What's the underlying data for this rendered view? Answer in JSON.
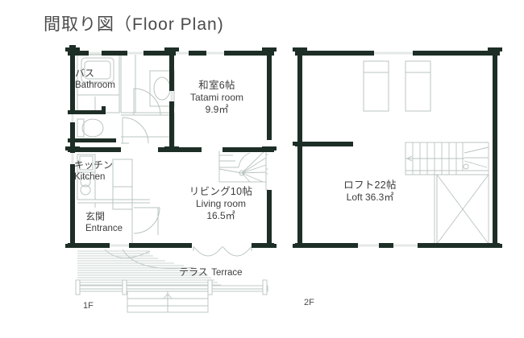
{
  "page": {
    "title": "間取り図（Floor Plan)",
    "background_color": "#ffffff",
    "wall_color": "#1d2e26",
    "fixture_color": "#b9c4c0",
    "text_color": "#3d3d3d"
  },
  "floors": [
    {
      "tag": "1F",
      "rooms": [
        {
          "name_jp": "バス",
          "name_en": "Bathroom",
          "area": ""
        },
        {
          "name_jp": "和室6帖",
          "name_en": "Tatami room",
          "area": "9.9㎡"
        },
        {
          "name_jp": "キッチン",
          "name_en": "Kitchen",
          "area": ""
        },
        {
          "name_jp": "玄関",
          "name_en": "Entrance",
          "area": ""
        },
        {
          "name_jp": "リビング10帖",
          "name_en": "Living room",
          "area": "16.5㎡"
        },
        {
          "name_jp": "テラス",
          "name_en": "Terrace",
          "area": ""
        }
      ]
    },
    {
      "tag": "2F",
      "rooms": [
        {
          "name_jp": "ロフト22帖",
          "name_en": "Loft 36.3㎡",
          "area": "36.3㎡"
        }
      ]
    }
  ],
  "labels": {
    "bathroom_jp": "バス",
    "bathroom_en": "Bathroom",
    "tatami_jp": "和室6帖",
    "tatami_en": "Tatami room",
    "tatami_area": "9.9㎡",
    "kitchen_jp": "キッチン",
    "kitchen_en": "Kitchen",
    "entrance_jp": "玄関",
    "entrance_en": "Entrance",
    "living_jp": "リビング10帖",
    "living_en": "Living room",
    "living_area": "16.5㎡",
    "terrace_jp": "テラス",
    "terrace_en": "Terrace",
    "loft_jp": "ロフト22帖",
    "loft_en": "Loft 36.3㎡",
    "floor_1f": "1F",
    "floor_2f": "2F"
  }
}
